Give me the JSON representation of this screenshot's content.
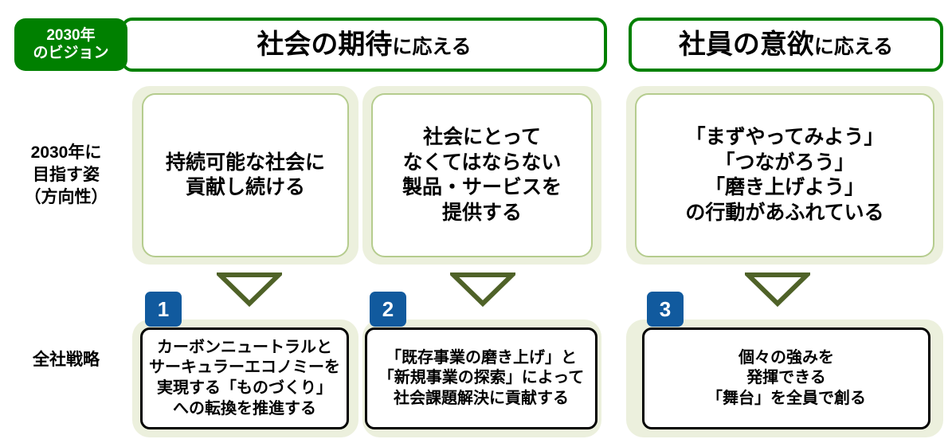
{
  "palette": {
    "brand_green": "#008000",
    "panel_green": "#ECF0DD",
    "card_border_green": "#B5CC8E",
    "arrow_olive": "#4F6228",
    "badge_blue": "#115A9E",
    "text_black": "#000000",
    "white": "#FFFFFF"
  },
  "vision_tag": {
    "line1": "2030年",
    "line2": "のビジョン"
  },
  "headers": [
    {
      "emphasis": "社会の期待",
      "suffix": "に応える"
    },
    {
      "emphasis": "社員の意欲",
      "suffix": "に応える"
    }
  ],
  "row_labels": {
    "vision_row": [
      "2030年に",
      "目指す姿",
      "（方向性）"
    ],
    "strategy_row": [
      "全社戦略"
    ]
  },
  "vision_cards": [
    {
      "lines": [
        "持続可能な社会に",
        "貢献し続ける"
      ]
    },
    {
      "lines": [
        "社会にとって",
        "なくてはならない",
        "製品・サービスを",
        "提供する"
      ]
    },
    {
      "lines": [
        "「まずやってみよう」",
        "「つながろう」",
        "「磨き上げよう」",
        "の行動があふれている"
      ]
    }
  ],
  "strategy_cards": [
    {
      "number": "1",
      "lines": [
        "カーボンニュートラルと",
        "サーキュラーエコノミーを",
        "実現する「ものづくり」",
        "への転換を推進する"
      ]
    },
    {
      "number": "2",
      "lines": [
        "「既存事業の磨き上げ」と",
        "「新規事業の探索」によって",
        "社会課題解決に貢献する"
      ]
    },
    {
      "number": "3",
      "lines": [
        "個々の強みを",
        "発揮できる",
        "「舞台」を全員で創る"
      ]
    }
  ],
  "arrows": [
    {
      "name": "arrow-down-1"
    },
    {
      "name": "arrow-down-2"
    },
    {
      "name": "arrow-down-3"
    }
  ]
}
